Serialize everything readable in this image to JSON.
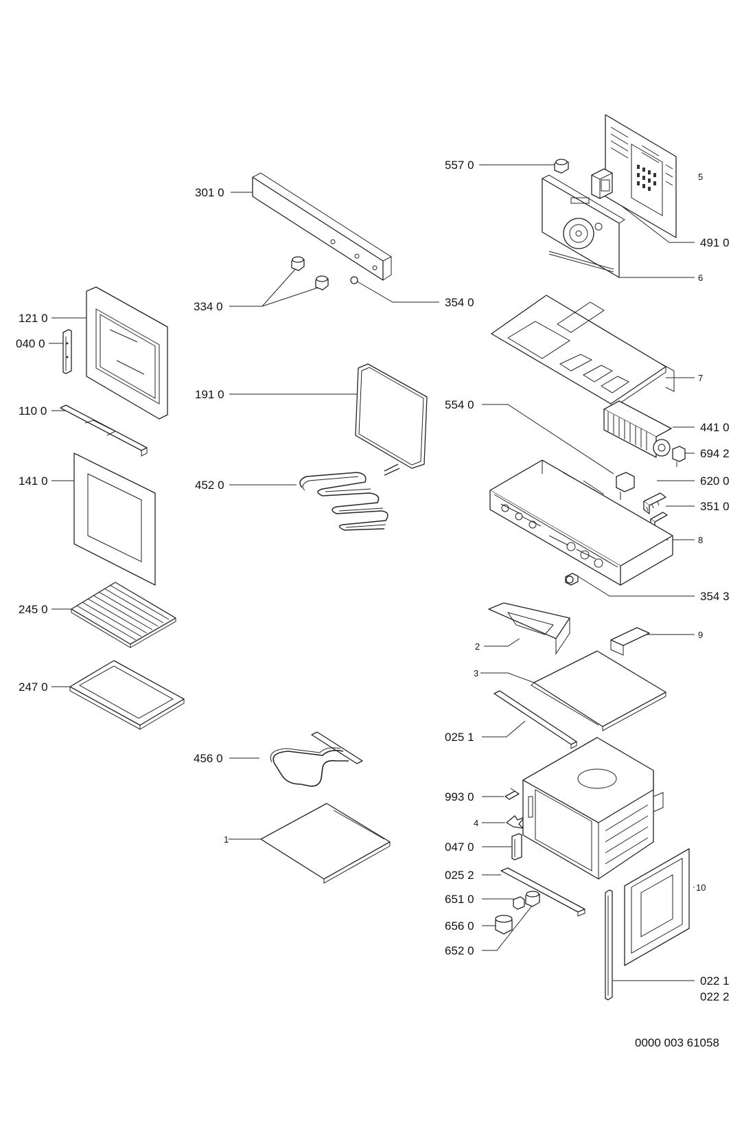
{
  "callouts": {
    "c5570": "557 0",
    "c3010": "301 0",
    "c5": "5",
    "c4910": "491 0",
    "c6": "6",
    "c3340": "334 0",
    "c3540": "354 0",
    "c1210": "121 0",
    "c0400": "040 0",
    "c7": "7",
    "c1910": "191 0",
    "c5540": "554 0",
    "c1100": "110 0",
    "c4410": "441 0",
    "c6942": "694 2",
    "c1410": "141 0",
    "c4520": "452 0",
    "c6200": "620 0",
    "c3510": "351 0",
    "c8": "8",
    "c3543": "354 3",
    "c2450": "245 0",
    "c2": "2",
    "c9": "9",
    "c3": "3",
    "c2470": "247 0",
    "c0251": "025 1",
    "c4560": "456 0",
    "c9930": "993 0",
    "c4": "4",
    "c1": "1",
    "c0470": "047 0",
    "c0252": "025 2",
    "c10": "10",
    "c6510": "651 0",
    "c6560": "656 0",
    "c6520": "652 0",
    "c0221": "022 1",
    "c0222": "022 2"
  },
  "document_number": "0000 003 61058"
}
